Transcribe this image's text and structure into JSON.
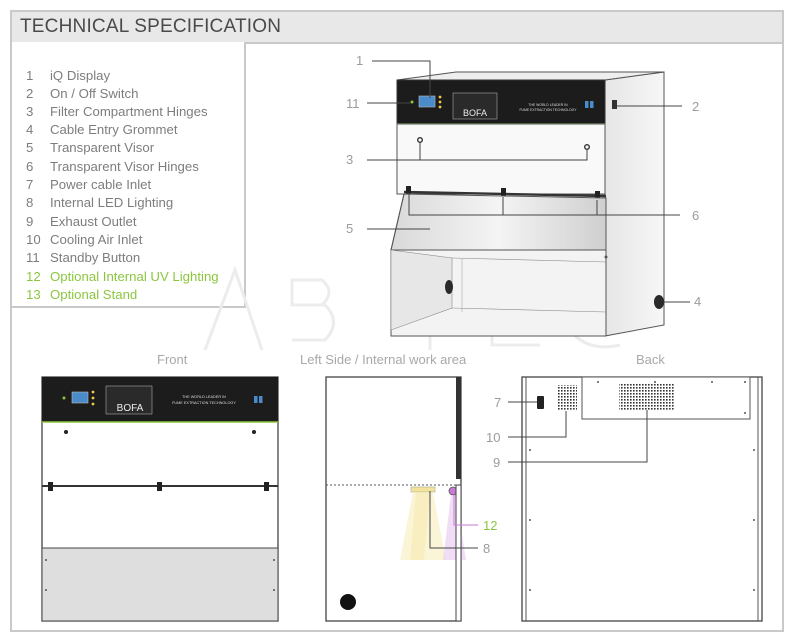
{
  "header": {
    "title": "TECHNICAL SPECIFICATION"
  },
  "legend": [
    {
      "num": "1",
      "text": "iQ Display",
      "optional": false
    },
    {
      "num": "2",
      "text": "On / Off Switch",
      "optional": false
    },
    {
      "num": "3",
      "text": "Filter Compartment Hinges",
      "optional": false
    },
    {
      "num": "4",
      "text": "Cable Entry Grommet",
      "optional": false
    },
    {
      "num": "5",
      "text": "Transparent Visor",
      "optional": false
    },
    {
      "num": "6",
      "text": "Transparent Visor Hinges",
      "optional": false
    },
    {
      "num": "7",
      "text": "Power cable Inlet",
      "optional": false
    },
    {
      "num": "8",
      "text": "Internal LED Lighting",
      "optional": false
    },
    {
      "num": "9",
      "text": "Exhaust Outlet",
      "optional": false
    },
    {
      "num": "10",
      "text": "Cooling Air Inlet",
      "optional": false
    },
    {
      "num": "11",
      "text": "Standby Button",
      "optional": false
    },
    {
      "num": "12",
      "text": "Optional Internal UV Lighting",
      "optional": true
    },
    {
      "num": "13",
      "text": "Optional Stand",
      "optional": true
    }
  ],
  "views": {
    "front": "Front",
    "side": "Left Side / Internal work area",
    "back": "Back"
  },
  "brand": {
    "logo": "BOFA",
    "tagline_1": "THE WORLD LEADER IN",
    "tagline_2": "FUME EXTRACTION TECHNOLOGY"
  },
  "callouts": {
    "c1": "1",
    "c2": "2",
    "c3": "3",
    "c4": "4",
    "c5": "5",
    "c6": "6",
    "c7": "7",
    "c8": "8",
    "c9": "9",
    "c10": "10",
    "c11": "11",
    "c12": "12"
  },
  "colors": {
    "accent_green": "#8cc63f",
    "text_grey": "#7d7d7d",
    "border": "#c9c9c9",
    "uv_purple": "#c77ad6",
    "led_yellow": "#f3e29a"
  }
}
